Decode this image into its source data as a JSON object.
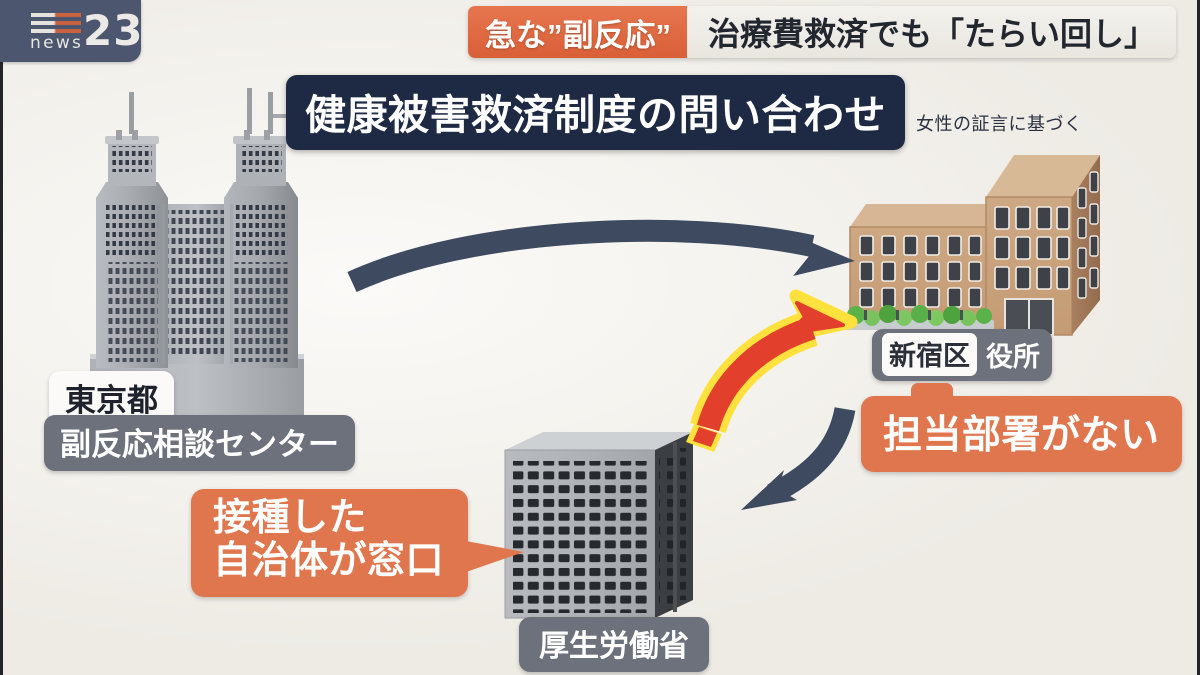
{
  "network": {
    "channel_logo": {
      "word": "news",
      "number": "23"
    },
    "headline": {
      "badge": "急な”副反応”",
      "text": "治療費救済でも「たらい回し」"
    }
  },
  "graphic": {
    "title": "健康被害救済制度の問い合わせ",
    "source_note": "女性の証言に基づく",
    "nodes": [
      {
        "id": "tokyo-metropolitan-government",
        "labels": [
          "東京都",
          "副反応相談センター"
        ],
        "building": "twin-tower-skyscraper"
      },
      {
        "id": "shinjuku-ward-office",
        "labels": [
          "新宿区",
          "役所"
        ],
        "building": "low-rise-office"
      },
      {
        "id": "ministry-of-health",
        "labels": [
          "厚生労働省"
        ],
        "building": "block-office-tower"
      }
    ],
    "callouts": [
      {
        "id": "no-department",
        "text": "担当部署がない"
      },
      {
        "id": "municipality-window",
        "line1": "接種した",
        "line2": "自治体が窓口"
      }
    ],
    "arrows": [
      {
        "id": "metro-to-ward",
        "color": "#3d4a60",
        "style": "curved"
      },
      {
        "id": "ward-to-ministry",
        "color": "#3d4a60",
        "style": "curved"
      },
      {
        "id": "ministry-to-ward",
        "color": "#e2402c",
        "outline": "#ffe13d",
        "style": "curved-highlight"
      }
    ]
  },
  "colors": {
    "background": "#f4f2ed",
    "navy": "#1e2a44",
    "orange": "#e0764e",
    "gray_badge": "#6d717c",
    "arrow_navy": "#3d4a60",
    "arrow_red": "#e2402c",
    "arrow_outline": "#ffe13d"
  }
}
